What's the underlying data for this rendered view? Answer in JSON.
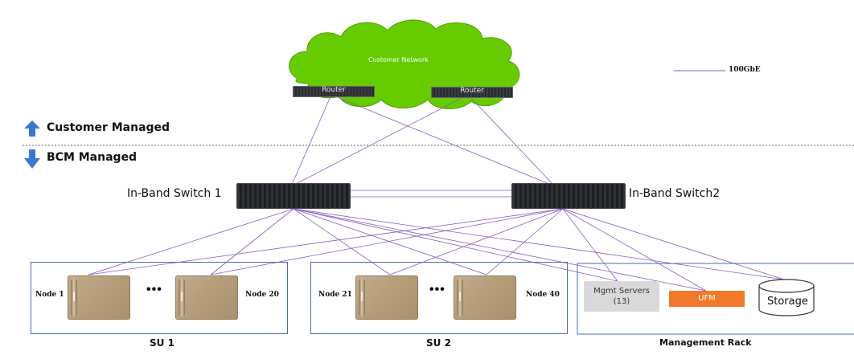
{
  "cloud": {
    "label": "Customer Network",
    "color": "#66cc00"
  },
  "legend": {
    "label": "100GbE",
    "line_color": "#8a5bc2"
  },
  "routers": [
    {
      "label": "Router"
    },
    {
      "label": "Router"
    }
  ],
  "zones": {
    "customer": "Customer Managed",
    "bcm": "BCM Managed"
  },
  "switches": {
    "left": "In-Band Switch 1",
    "right": "In-Band Switch2"
  },
  "su1": {
    "caption": "SU 1",
    "first_node": "Node 1",
    "last_node": "Node 20",
    "ellipsis": "•••"
  },
  "su2": {
    "caption": "SU 2",
    "first_node": "Node 21",
    "last_node": "Node 40",
    "ellipsis": "•••"
  },
  "management": {
    "caption": "Management Rack",
    "mgmt_servers": "Mgmt Servers",
    "mgmt_count": "(13)",
    "ufm": "UFM",
    "storage": "Storage"
  },
  "colors": {
    "accent_blue": "#3a78d0",
    "ufm_orange": "#f07a2a",
    "link_purple": "#8a5bc2",
    "box_border": "#4a6bb5"
  }
}
